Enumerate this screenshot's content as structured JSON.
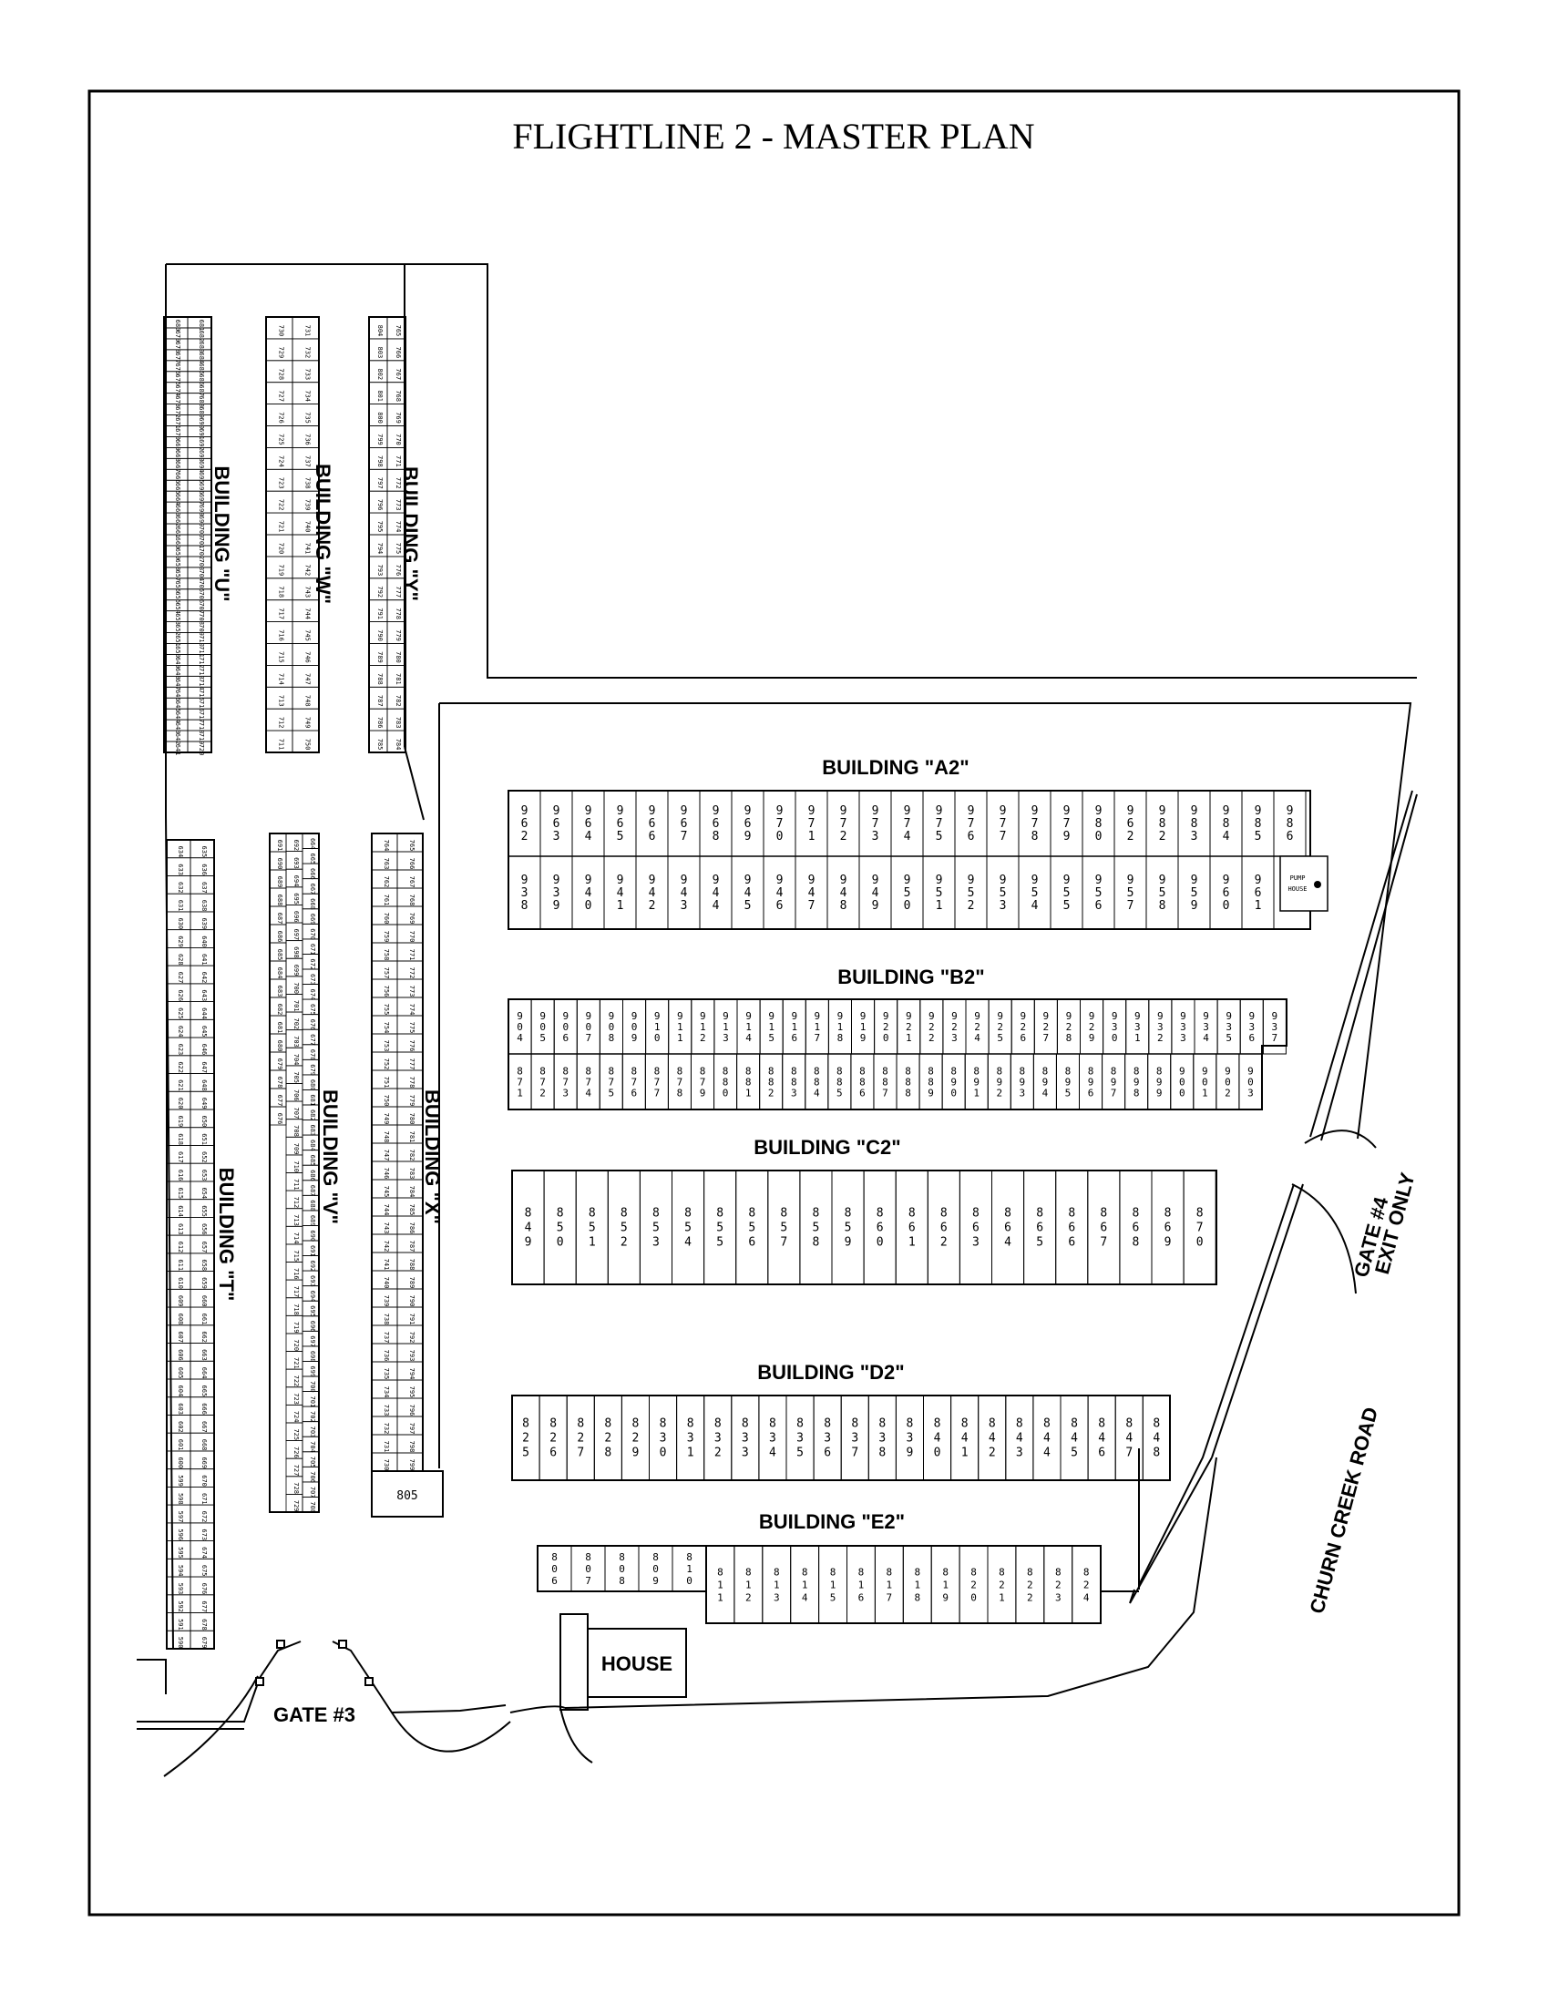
{
  "title": "FLIGHTLINE 2 - MASTER PLAN",
  "labels": {
    "house": "HOUSE",
    "pump_house": "PUMP HOUSE",
    "gate3": "GATE #3",
    "gate4": "GATE #4",
    "exit_only": "EXIT ONLY",
    "road": "CHURN CREEK ROAD",
    "unit_805": "805"
  },
  "buildings": {
    "A2": {
      "label": "BUILDING \"A2\"",
      "top_row": [
        "962",
        "963",
        "964",
        "965",
        "966",
        "967",
        "968",
        "969",
        "970",
        "971",
        "972",
        "973",
        "974",
        "975",
        "976",
        "977",
        "978",
        "979",
        "980",
        "962",
        "982",
        "983",
        "984",
        "985",
        "986"
      ],
      "bottom_row": [
        "938",
        "939",
        "940",
        "941",
        "942",
        "943",
        "944",
        "945",
        "946",
        "947",
        "948",
        "949",
        "950",
        "951",
        "952",
        "953",
        "954",
        "955",
        "956",
        "957",
        "958",
        "959",
        "960",
        "961"
      ]
    },
    "B2": {
      "label": "BUILDING \"B2\"",
      "top_row": [
        "904",
        "905",
        "906",
        "907",
        "908",
        "909",
        "910",
        "911",
        "912",
        "913",
        "914",
        "915",
        "916",
        "917",
        "918",
        "919",
        "920",
        "921",
        "922",
        "923",
        "924",
        "925",
        "926",
        "927",
        "928",
        "929",
        "930",
        "931",
        "932",
        "933",
        "934",
        "935",
        "936",
        "937"
      ],
      "bottom_row": [
        "871",
        "872",
        "873",
        "874",
        "875",
        "876",
        "877",
        "878",
        "879",
        "880",
        "881",
        "882",
        "883",
        "884",
        "885",
        "886",
        "887",
        "888",
        "889",
        "890",
        "891",
        "892",
        "893",
        "894",
        "895",
        "896",
        "897",
        "898",
        "899",
        "900",
        "901",
        "902",
        "903"
      ]
    },
    "C2": {
      "label": "BUILDING \"C2\"",
      "units": [
        "849",
        "850",
        "851",
        "852",
        "853",
        "854",
        "855",
        "856",
        "857",
        "858",
        "859",
        "860",
        "861",
        "862",
        "863",
        "864",
        "865",
        "866",
        "867",
        "868",
        "869",
        "870"
      ]
    },
    "D2": {
      "label": "BUILDING \"D2\"",
      "units": [
        "825",
        "826",
        "827",
        "828",
        "829",
        "830",
        "831",
        "832",
        "833",
        "834",
        "835",
        "836",
        "837",
        "838",
        "839",
        "840",
        "841",
        "842",
        "843",
        "844",
        "845",
        "846",
        "847",
        "848"
      ]
    },
    "E2": {
      "label": "BUILDING \"E2\"",
      "top_units": [
        "806",
        "807",
        "808",
        "809",
        "810"
      ],
      "bottom_units": [
        "811",
        "812",
        "813",
        "814",
        "815",
        "816",
        "817",
        "818",
        "819",
        "820",
        "821",
        "822",
        "823",
        "824"
      ]
    },
    "U": {
      "label": "BUILDING \"U\"",
      "left_col": [
        "680",
        "679",
        "678",
        "677",
        "676",
        "675",
        "674",
        "673",
        "672",
        "671",
        "670",
        "669",
        "668",
        "667",
        "666",
        "665",
        "664",
        "663",
        "662",
        "661",
        "660",
        "659",
        "658",
        "657",
        "656",
        "655",
        "654",
        "653",
        "652",
        "651",
        "650",
        "649",
        "648",
        "647",
        "646",
        "645",
        "644",
        "643",
        "642",
        "641"
      ],
      "right_col": [
        "681",
        "682",
        "683",
        "684",
        "685",
        "686",
        "687",
        "688",
        "689",
        "690",
        "691",
        "692",
        "693",
        "694",
        "695",
        "696",
        "697",
        "698",
        "699",
        "700",
        "701",
        "702",
        "703",
        "704",
        "705",
        "706",
        "707",
        "708",
        "709",
        "710",
        "711",
        "712",
        "713",
        "714",
        "715",
        "716",
        "717",
        "718",
        "719",
        "720"
      ]
    },
    "W": {
      "label": "BUILDING \"W\"",
      "left_col": [
        "730",
        "729",
        "728",
        "727",
        "726",
        "725",
        "724",
        "723",
        "722",
        "721",
        "720",
        "719",
        "718",
        "717",
        "716",
        "715",
        "714",
        "713",
        "712",
        "711"
      ],
      "right_col": [
        "731",
        "732",
        "733",
        "734",
        "735",
        "736",
        "737",
        "738",
        "739",
        "740",
        "741",
        "742",
        "743",
        "744",
        "745",
        "746",
        "747",
        "748",
        "749",
        "750"
      ]
    },
    "Y": {
      "label": "BUILDING \"Y\"",
      "left_col": [
        "804",
        "803",
        "802",
        "801",
        "800",
        "799",
        "798",
        "797",
        "796",
        "795",
        "794",
        "793",
        "792",
        "791",
        "790",
        "789",
        "788",
        "787",
        "786",
        "785"
      ],
      "right_col": [
        "765",
        "766",
        "767",
        "768",
        "769",
        "770",
        "771",
        "772",
        "773",
        "774",
        "775",
        "776",
        "777",
        "778",
        "779",
        "780",
        "781",
        "782",
        "783",
        "784"
      ]
    },
    "T": {
      "label": "BUILDING \"T\"",
      "left_col": [
        "634",
        "633",
        "632",
        "631",
        "630",
        "629",
        "628",
        "627",
        "626",
        "625",
        "624",
        "623",
        "622",
        "621",
        "620",
        "619",
        "618",
        "617",
        "616",
        "615",
        "614",
        "613",
        "612",
        "611",
        "610",
        "609",
        "608",
        "607",
        "606",
        "605",
        "604",
        "603",
        "602",
        "601",
        "600",
        "599",
        "598",
        "597",
        "596",
        "595",
        "594",
        "593",
        "592",
        "591",
        "590"
      ],
      "right_col": [
        "635",
        "636",
        "637",
        "638",
        "639",
        "640",
        "641",
        "642",
        "643",
        "644",
        "645",
        "646",
        "647",
        "648",
        "649",
        "650",
        "651",
        "652",
        "653",
        "654",
        "655",
        "656",
        "657",
        "658",
        "659",
        "660",
        "661",
        "662",
        "663",
        "664",
        "665",
        "666",
        "667",
        "668",
        "669",
        "670",
        "671",
        "672",
        "673",
        "674",
        "675",
        "676",
        "677",
        "678",
        "679"
      ]
    },
    "V": {
      "label": "BUILDING \"V\"",
      "left_col": [
        "691",
        "690",
        "689",
        "688",
        "687",
        "686",
        "685",
        "684",
        "683",
        "682",
        "681",
        "680",
        "679",
        "678",
        "677",
        "676"
      ],
      "right_col": [
        "692",
        "693",
        "694",
        "695",
        "696",
        "697",
        "698",
        "699",
        "700",
        "701",
        "702",
        "703",
        "704",
        "705",
        "706",
        "707",
        "708",
        "709",
        "710",
        "711",
        "712",
        "713",
        "714",
        "715",
        "716",
        "717",
        "718",
        "719",
        "720",
        "721",
        "722",
        "723",
        "724",
        "725",
        "726",
        "727",
        "728",
        "729"
      ],
      "lower_right": [
        "664",
        "665",
        "666",
        "667",
        "668",
        "669",
        "670",
        "671",
        "672",
        "673",
        "674",
        "675",
        "676",
        "677",
        "678",
        "679",
        "680",
        "681",
        "682",
        "683",
        "684",
        "685",
        "686",
        "687",
        "688",
        "689",
        "690",
        "691",
        "692",
        "693",
        "694",
        "695",
        "696",
        "697",
        "698",
        "699",
        "700",
        "701",
        "702",
        "703",
        "704",
        "705",
        "706",
        "707",
        "708"
      ]
    },
    "X": {
      "label": "BUILDING \"X\"",
      "left_col": [
        "764",
        "763",
        "762",
        "761",
        "760",
        "759",
        "758",
        "757",
        "756",
        "755",
        "754",
        "753",
        "752",
        "751",
        "750",
        "749",
        "748",
        "747",
        "746",
        "745",
        "744",
        "743",
        "742",
        "741",
        "740",
        "739",
        "738",
        "737",
        "736",
        "735",
        "734",
        "733",
        "732",
        "731",
        "730"
      ],
      "right_col": [
        "765",
        "766",
        "767",
        "768",
        "769",
        "770",
        "771",
        "772",
        "773",
        "774",
        "775",
        "776",
        "777",
        "778",
        "779",
        "780",
        "781",
        "782",
        "783",
        "784",
        "785",
        "786",
        "787",
        "788",
        "789",
        "790",
        "791",
        "792",
        "793",
        "794",
        "795",
        "796",
        "797",
        "798",
        "799"
      ]
    }
  }
}
